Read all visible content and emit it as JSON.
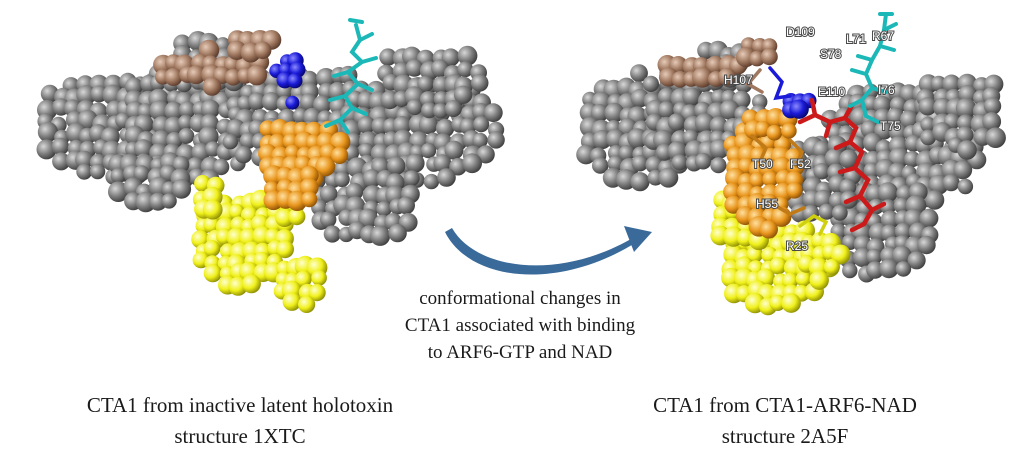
{
  "captions": {
    "left": [
      "CTA1  from inactive latent holotoxin",
      "structure 1XTC"
    ],
    "right": [
      "CTA1  from CTA1-ARF6-NAD",
      "structure 2A5F"
    ],
    "center": [
      "conformational changes in",
      "CTA1 associated with binding",
      "to ARF6-GTP and NAD"
    ]
  },
  "residue_labels": [
    "D109",
    "R67",
    "L71",
    "S78",
    "H107",
    "E110",
    "I76",
    "T75",
    "T50",
    "F52",
    "H55",
    "R25"
  ],
  "colors": {
    "core": "#7d7d7d",
    "brown_region": "#a07860",
    "blue_region": "#1a1ad8",
    "orange_region": "#e8951c",
    "yellow_region": "#f0f01a",
    "cyan_stick": "#1cb8b8",
    "red_stick": "#cc1a1a",
    "arrow": "#3a6a9a"
  }
}
